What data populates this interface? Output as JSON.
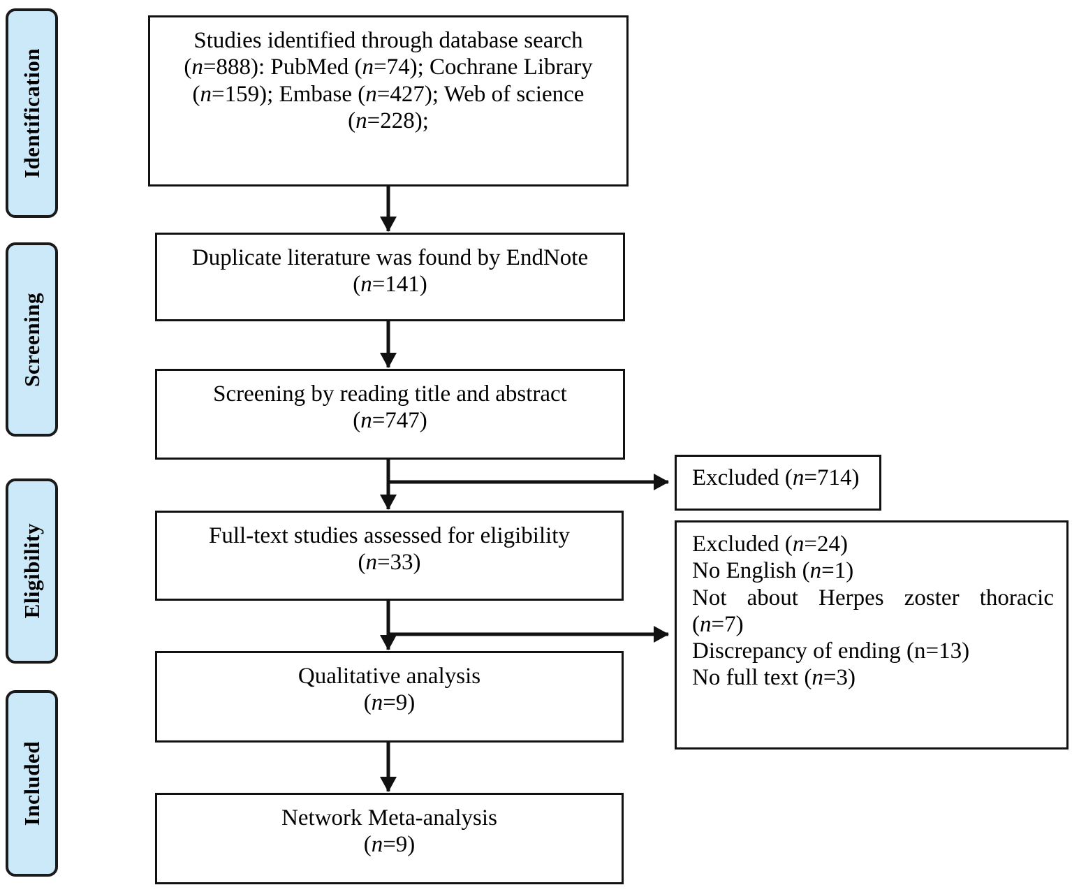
{
  "figure": {
    "type": "prisma-flow-diagram",
    "title": "PRISMA study selection flow diagram",
    "accent_color": "#cce9f9",
    "line_color": "#111111"
  },
  "stages": [
    {
      "id": "identification",
      "label": "Identification"
    },
    {
      "id": "screening",
      "label": "Screening"
    },
    {
      "id": "eligibility",
      "label": "Eligibility"
    },
    {
      "id": "included",
      "label": "Included"
    }
  ],
  "boxes": {
    "identified": {
      "line1": "Studies identified through database search",
      "line2_a": "(",
      "line2_n": "n",
      "line2_b": "=888): PubMed (",
      "line2_n2": "n",
      "line2_c": "=74); Cochrane Library",
      "line3_a": "(",
      "line3_n": "n",
      "line3_b": "=159); Embase (",
      "line3_n2": "n",
      "line3_c": "=427); Web of science",
      "line4_a": "(",
      "line4_n": "n",
      "line4_b": "=228);",
      "full_text": "Studies identified through database search (n=888): PubMed (n=74); Cochrane Library (n=159); Embase (n=427); Web of science (n=228);",
      "total": 888,
      "sources": [
        {
          "name": "PubMed",
          "n": 74
        },
        {
          "name": "Cochrane Library",
          "n": 159
        },
        {
          "name": "Embase",
          "n": 427
        },
        {
          "name": "Web of science",
          "n": 228
        }
      ]
    },
    "duplicates": {
      "line1": "Duplicate literature was found by EndNote",
      "line2_a": "(",
      "line2_n": "n",
      "line2_b": "=141)",
      "full_text": "Duplicate literature was found by EndNote (n=141)",
      "n": 141
    },
    "screening": {
      "line1": "Screening by reading title and abstract",
      "line2_a": "(",
      "line2_n": "n",
      "line2_b": "=747)",
      "full_text": "Screening by reading title and abstract (n=747)",
      "n": 747
    },
    "fulltext": {
      "line1": "Full-text studies assessed for eligibility",
      "line2_a": "(",
      "line2_n": "n",
      "line2_b": "=33)",
      "full_text": "Full-text studies assessed for eligibility (n=33)",
      "n": 33
    },
    "qualitative": {
      "line1": "Qualitative analysis",
      "line2_a": "(",
      "line2_n": "n",
      "line2_b": "=9)",
      "full_text": "Qualitative analysis (n=9)",
      "n": 9
    },
    "network": {
      "line1": "Network Meta-analysis",
      "line2_a": "(",
      "line2_n": "n",
      "line2_b": "=9)",
      "full_text": "Network Meta-analysis (n=9)",
      "n": 9
    },
    "excluded_screening": {
      "line1_a": "Excluded (",
      "line1_n": "n",
      "line1_b": "=714)",
      "full_text": "Excluded (n=714)",
      "n": 714
    },
    "excluded_fulltext": {
      "l1_a": "Excluded (",
      "l1_n": "n",
      "l1_b": "=24)",
      "l2_a": "No English (",
      "l2_n": "n",
      "l2_b": "=1)",
      "l3_text": "Not about Herpes zoster thoracic",
      "l4_a": "(",
      "l4_n": "n",
      "l4_b": "=7)",
      "l5_text": "Discrepancy of ending (n=13)",
      "l6_a": "No full text (",
      "l6_n": "n",
      "l6_b": "=3)",
      "full_text": "Excluded (n=24) No English (n=1) Not about Herpes zoster thoracic (n=7) Discrepancy of ending (n=13) No full text (n=3)",
      "total": 24,
      "reasons": [
        {
          "label": "No English",
          "n": 1
        },
        {
          "label": "Not about Herpes zoster thoracic",
          "n": 7
        },
        {
          "label": "Discrepancy of ending",
          "n": 13
        },
        {
          "label": "No full text",
          "n": 3
        }
      ]
    }
  }
}
